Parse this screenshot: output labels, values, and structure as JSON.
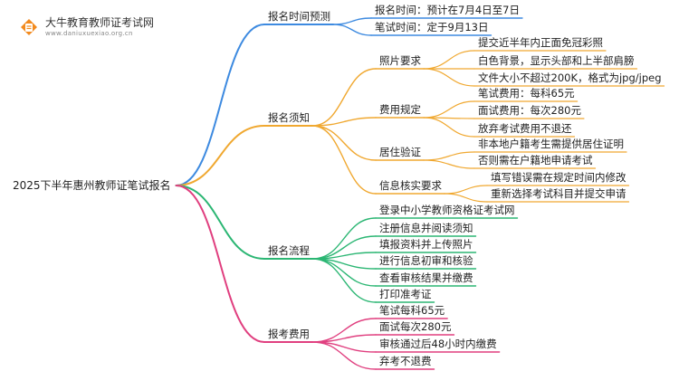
{
  "brand": {
    "name": "大牛教育教师证考试网",
    "domain": "www.daniuxuexiao.org.cn"
  },
  "root": "2025下半年惠州教师证笔试报名",
  "colors": {
    "blue": "#3d8ae0",
    "orange": "#f0a830",
    "green": "#2bb673",
    "pink": "#e03f7f",
    "logo_orange": "#f28a1e"
  },
  "branches": [
    {
      "label": "报名时间预测",
      "color": "blue",
      "children": [
        {
          "label": "报名时间：预计在7月4日至7日"
        },
        {
          "label": "笔试时间：定于9月13日"
        }
      ]
    },
    {
      "label": "报名须知",
      "color": "orange",
      "children": [
        {
          "label": "照片要求",
          "children": [
            {
              "label": "提交近半年内正面免冠彩照"
            },
            {
              "label": "白色背景，显示头部和上半部肩膀"
            },
            {
              "label": "文件大小不超过200K，格式为jpg/jpeg"
            }
          ]
        },
        {
          "label": "费用规定",
          "children": [
            {
              "label": "笔试费用：每科65元"
            },
            {
              "label": "面试费用：每次280元"
            },
            {
              "label": "放弃考试费用不退还"
            }
          ]
        },
        {
          "label": "居住验证",
          "children": [
            {
              "label": "非本地户籍考生需提供居住证明"
            },
            {
              "label": "否则需在户籍地申请考试"
            }
          ]
        },
        {
          "label": "信息核实要求",
          "children": [
            {
              "label": "填写错误需在规定时间内修改"
            },
            {
              "label": "重新选择考试科目并提交申请"
            }
          ]
        }
      ]
    },
    {
      "label": "报名流程",
      "color": "green",
      "children": [
        {
          "label": "登录中小学教师资格证考试网"
        },
        {
          "label": "注册信息并阅读须知"
        },
        {
          "label": "填报资料并上传照片"
        },
        {
          "label": "进行信息初审和核验"
        },
        {
          "label": "查看审核结果并缴费"
        },
        {
          "label": "打印准考证"
        }
      ]
    },
    {
      "label": "报考费用",
      "color": "pink",
      "children": [
        {
          "label": "笔试每科65元"
        },
        {
          "label": "面试每次280元"
        },
        {
          "label": "审核通过后48小时内缴费"
        },
        {
          "label": "弃考不退费"
        }
      ]
    }
  ]
}
